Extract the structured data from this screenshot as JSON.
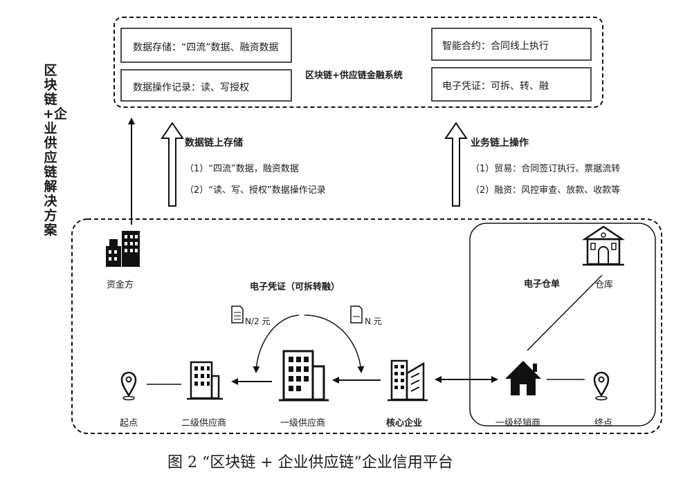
{
  "side_title": "区块链+企业供应链解决方案",
  "system": {
    "title": "区块链+供应链金融系统",
    "boxes": {
      "storage": "数据存储：“四流”数据、融资数据",
      "operation_log": "数据操作记录：读、写授权",
      "smart_contract": "智能合约：合同线上执行",
      "e_voucher": "电子凭证：可拆、转、融"
    }
  },
  "left_arrow": {
    "title": "数据链上存储",
    "items": [
      "（1）“四流”数据，融资数据",
      "（2）“读、写、授权”数据操作记录"
    ]
  },
  "right_arrow": {
    "title": "业务链上操作",
    "items": [
      "（1）贸易：合同签订执行、票据流转",
      "（2）融资：风控审查、放款、收款等"
    ]
  },
  "nodes": {
    "funder": "资金方",
    "start": "起点",
    "tier2_supplier": "二级供应商",
    "tier1_supplier": "一级供应商",
    "core_enterprise": "核心企业",
    "tier1_distributor": "一级经销商",
    "end": "终点",
    "warehouse": "仓库"
  },
  "labels": {
    "e_voucher": "电子凭证（可拆转融）",
    "e_warehouse_receipt": "电子仓单",
    "doc_half": "N/2 元",
    "doc_full": "N 元"
  },
  "caption": "图 2 “区块链 + 企业供应链”企业信用平台",
  "icons": [
    "building-icon",
    "location-pin-icon",
    "office-building-icon",
    "factory-icon",
    "house-icon",
    "warehouse-icon",
    "document-icon"
  ]
}
